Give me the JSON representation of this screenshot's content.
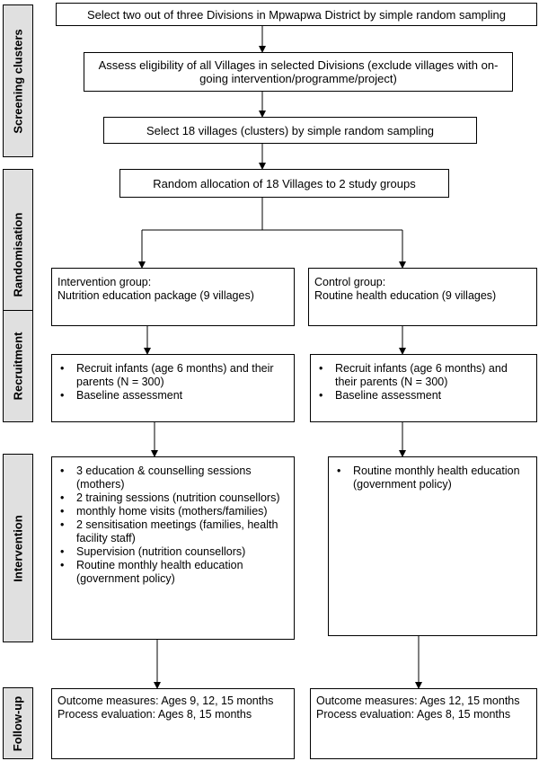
{
  "phases": [
    "Screening clusters",
    "Randomisation",
    "Recruitment",
    "Intervention",
    "Follow-up"
  ],
  "screening": {
    "step1": "Select two out of three Divisions in Mpwapwa District by simple random sampling",
    "step2": "Assess eligibility of all Villages in selected Divisions (exclude villages with on-going intervention/programme/project)",
    "step3": "Select 18 villages (clusters) by simple random sampling"
  },
  "randomisation": "Random allocation of 18 Villages to 2 study groups",
  "intervention_group": {
    "header": [
      "Intervention group:",
      "Nutrition education package (9 villages)"
    ],
    "recruitment": [
      "Recruit infants (age 6 months) and their parents (N = 300)",
      "Baseline assessment"
    ],
    "activities": [
      "3 education & counselling sessions (mothers)",
      "2 training sessions (nutrition counsellors)",
      "monthly home visits (mothers/families)",
      "2 sensitisation meetings (families, health facility staff)",
      "Supervision (nutrition counsellors)",
      "Routine monthly health education (government policy)"
    ],
    "followup": [
      "Outcome measures: Ages 9, 12, 15 months",
      "Process evaluation: Ages 8, 15 months"
    ]
  },
  "control_group": {
    "header": [
      "Control group:",
      "Routine health education (9 villages)"
    ],
    "recruitment": [
      "Recruit infants (age 6 months) and their parents (N = 300)",
      "Baseline assessment"
    ],
    "activities": [
      "Routine monthly health education (government policy)"
    ],
    "followup": [
      "Outcome measures: Ages 12, 15 months",
      "Process evaluation: Ages 8, 15 months"
    ]
  }
}
